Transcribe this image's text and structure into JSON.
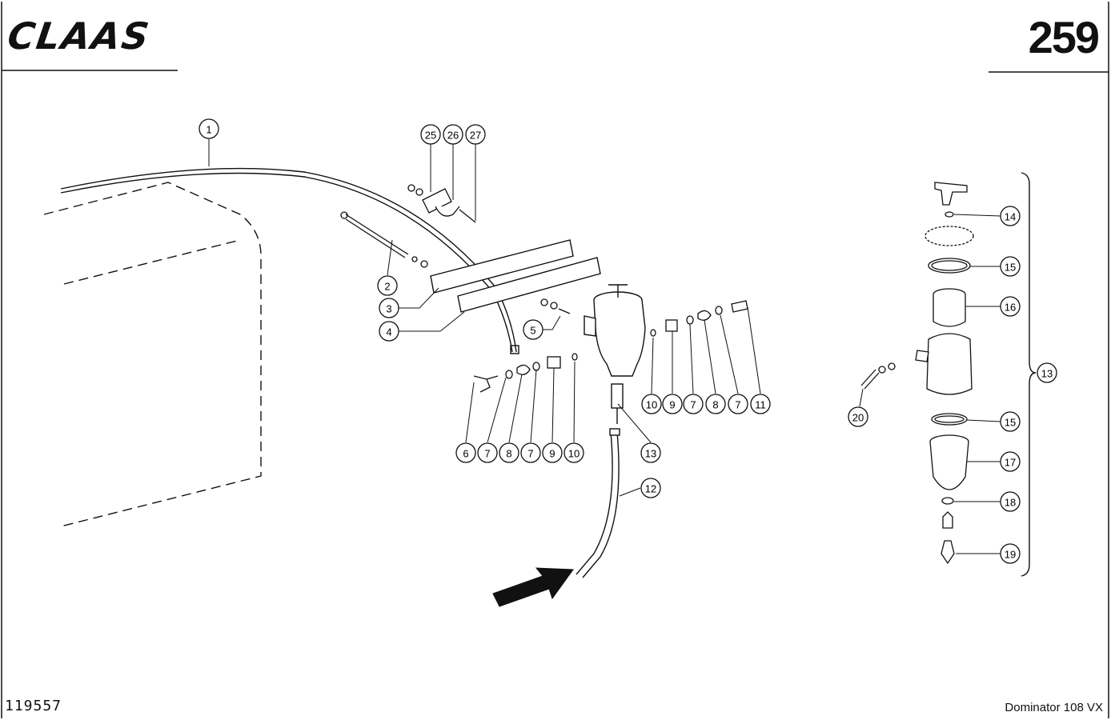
{
  "header": {
    "brand": "CLAAS",
    "page_number": "259"
  },
  "footer": {
    "document_id": "119557",
    "model": "Dominator 108 VX"
  },
  "callouts": [
    {
      "label": "1"
    },
    {
      "label": "25"
    },
    {
      "label": "26"
    },
    {
      "label": "27"
    },
    {
      "label": "2"
    },
    {
      "label": "3"
    },
    {
      "label": "4"
    },
    {
      "label": "5"
    },
    {
      "label": "6"
    },
    {
      "label": "7"
    },
    {
      "label": "8"
    },
    {
      "label": "7"
    },
    {
      "label": "9"
    },
    {
      "label": "10"
    },
    {
      "label": "13"
    },
    {
      "label": "12"
    },
    {
      "label": "10"
    },
    {
      "label": "9"
    },
    {
      "label": "7"
    },
    {
      "label": "8"
    },
    {
      "label": "7"
    },
    {
      "label": "11"
    },
    {
      "label": "20"
    },
    {
      "label": "14"
    },
    {
      "label": "15"
    },
    {
      "label": "16"
    },
    {
      "label": "13"
    },
    {
      "label": "15"
    },
    {
      "label": "17"
    },
    {
      "label": "18"
    },
    {
      "label": "19"
    }
  ]
}
